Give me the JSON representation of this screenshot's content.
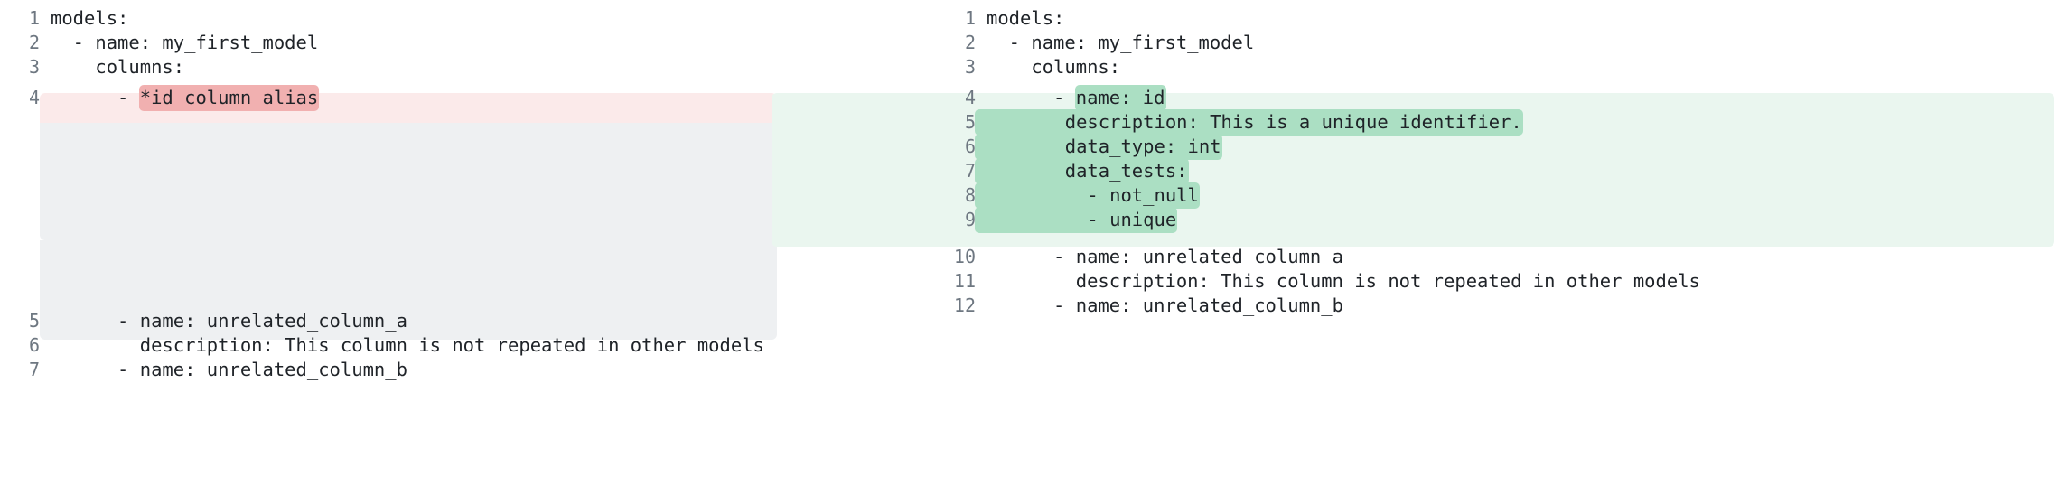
{
  "colors": {
    "deleted_row_bg": "#fbeaea",
    "deleted_inline_bg": "#f1b0b0",
    "placeholder_bg": "#eef0f2",
    "added_row_bg": "#eaf6ef",
    "added_inline_bg": "#abdfc3",
    "line_number": "#6e7781",
    "code_text": "#1f2328",
    "page_bg": "#ffffff"
  },
  "left_pane": {
    "name": "before-version",
    "lines": [
      {
        "num": "1",
        "segments": [
          {
            "text": "models:",
            "mark": "none"
          }
        ],
        "row": "normal"
      },
      {
        "num": "2",
        "segments": [
          {
            "text": "  - name: my_first_model",
            "mark": "none"
          }
        ],
        "row": "normal"
      },
      {
        "num": "3",
        "segments": [
          {
            "text": "    columns:",
            "mark": "none"
          }
        ],
        "row": "normal"
      },
      {
        "num": "4",
        "segments": [
          {
            "text": "      - ",
            "mark": "none"
          },
          {
            "text": "*id_column_alias",
            "mark": "del"
          }
        ],
        "row": "deleted"
      },
      {
        "num": "5",
        "segments": [
          {
            "text": "      - name: unrelated_column_a",
            "mark": "none"
          }
        ],
        "row": "normal"
      },
      {
        "num": "6",
        "segments": [
          {
            "text": "        description: This column is not repeated in other models",
            "mark": "none"
          }
        ],
        "row": "normal"
      },
      {
        "num": "7",
        "segments": [
          {
            "text": "      - name: unrelated_column_b",
            "mark": "none"
          }
        ],
        "row": "normal"
      }
    ]
  },
  "right_pane": {
    "name": "after-version",
    "lines": [
      {
        "num": "1",
        "segments": [
          {
            "text": "models:",
            "mark": "none"
          }
        ],
        "row": "normal"
      },
      {
        "num": "2",
        "segments": [
          {
            "text": "  - name: my_first_model",
            "mark": "none"
          }
        ],
        "row": "normal"
      },
      {
        "num": "3",
        "segments": [
          {
            "text": "    columns:",
            "mark": "none"
          }
        ],
        "row": "normal"
      },
      {
        "num": "4",
        "segments": [
          {
            "text": "      - ",
            "mark": "none"
          },
          {
            "text": "name: id",
            "mark": "add"
          }
        ],
        "row": "added"
      },
      {
        "num": "5",
        "segments": [
          {
            "text": "        description: This is a unique identifier.",
            "mark": "add"
          }
        ],
        "row": "added"
      },
      {
        "num": "6",
        "segments": [
          {
            "text": "        data_type: int",
            "mark": "add"
          }
        ],
        "row": "added"
      },
      {
        "num": "7",
        "segments": [
          {
            "text": "        data_tests:",
            "mark": "add"
          }
        ],
        "row": "added"
      },
      {
        "num": "8",
        "segments": [
          {
            "text": "          - not_null",
            "mark": "add"
          }
        ],
        "row": "added"
      },
      {
        "num": "9",
        "segments": [
          {
            "text": "          - unique",
            "mark": "add"
          }
        ],
        "row": "added"
      },
      {
        "num": "10",
        "segments": [
          {
            "text": "      - name: unrelated_column_a",
            "mark": "none"
          }
        ],
        "row": "normal"
      },
      {
        "num": "11",
        "segments": [
          {
            "text": "        description: This column is not repeated in other models",
            "mark": "none"
          }
        ],
        "row": "normal"
      },
      {
        "num": "12",
        "segments": [
          {
            "text": "      - name: unrelated_column_b",
            "mark": "none"
          }
        ],
        "row": "normal"
      }
    ]
  }
}
